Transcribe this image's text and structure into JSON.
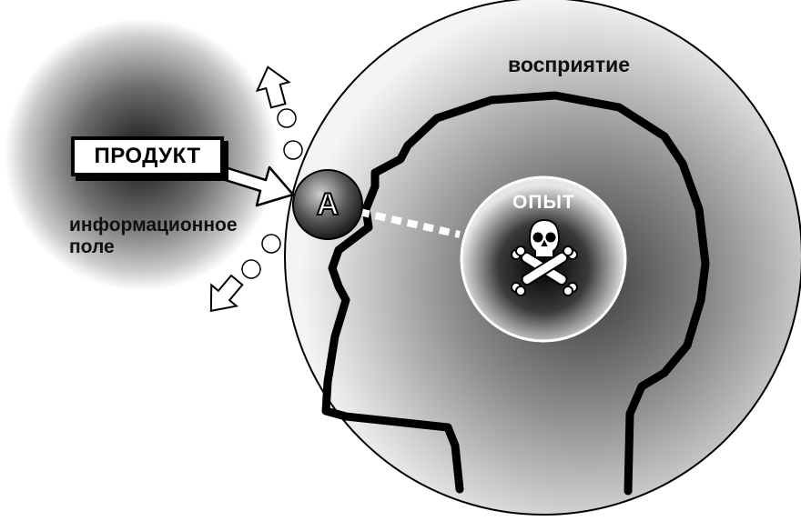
{
  "labels": {
    "perception": "восприятие",
    "experience": "ОПЫТ",
    "product": "ПРОДУКТ",
    "info_field": "информационное поле",
    "attention": "А"
  },
  "colors": {
    "stroke": "#000000",
    "background": "#ffffff",
    "gradient_dark": "#1a1a1a",
    "gradient_light": "#ffffff"
  },
  "icons": [
    "skull-crossbones-icon",
    "arrow-up-icon",
    "arrow-down-icon",
    "arrow-right-icon"
  ]
}
